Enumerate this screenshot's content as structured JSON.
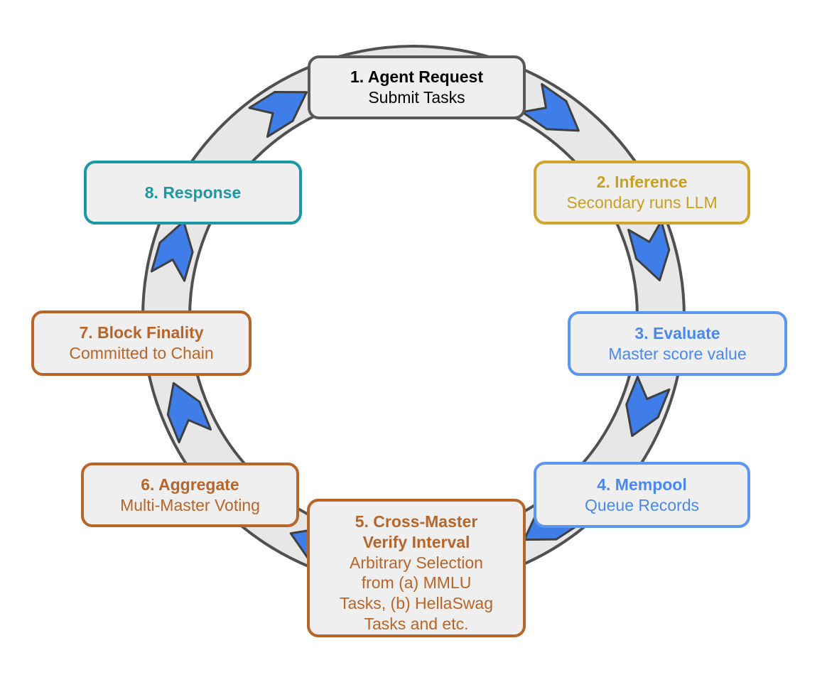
{
  "colors": {
    "ring_fill": "#e7e7e7",
    "ring_stroke": "#505050",
    "arrow_fill": "#3f7ee8",
    "arrow_stroke": "#3c4043",
    "box_fill": "#efefef"
  },
  "steps": [
    {
      "id": "agent-request",
      "title": "1. Agent Request",
      "sub": [
        "Submit Tasks"
      ],
      "border": "#595959",
      "color": "#000000"
    },
    {
      "id": "inference",
      "title": "2. Inference",
      "sub": [
        "Secondary runs LLM"
      ],
      "border": "#d1a52b",
      "color": "#c9a01f"
    },
    {
      "id": "evaluate",
      "title": "3. Evaluate",
      "sub": [
        "Master score value"
      ],
      "border": "#5b96f0",
      "color": "#4a88ee"
    },
    {
      "id": "mempool",
      "title": "4. Mempool",
      "sub": [
        "Queue Records"
      ],
      "border": "#5b96f0",
      "color": "#4a88ee"
    },
    {
      "id": "cross-master",
      "title": "5. Cross-Master Verify Interval",
      "sub": [
        "Arbitrary Selection",
        "from (a) MMLU",
        "Tasks, (b) HellaSwag",
        "Tasks and etc."
      ],
      "border": "#b8652a",
      "color": "#b8652a"
    },
    {
      "id": "aggregate",
      "title": "6. Aggregate",
      "sub": [
        "Multi-Master Voting"
      ],
      "border": "#b8652a",
      "color": "#b8652a"
    },
    {
      "id": "block-finality",
      "title": "7. Block Finality",
      "sub": [
        "Committed to Chain"
      ],
      "border": "#b8652a",
      "color": "#b8652a"
    },
    {
      "id": "response",
      "title": "8. Response",
      "sub": [],
      "border": "#1a98a6",
      "color": "#1a98a6"
    }
  ]
}
